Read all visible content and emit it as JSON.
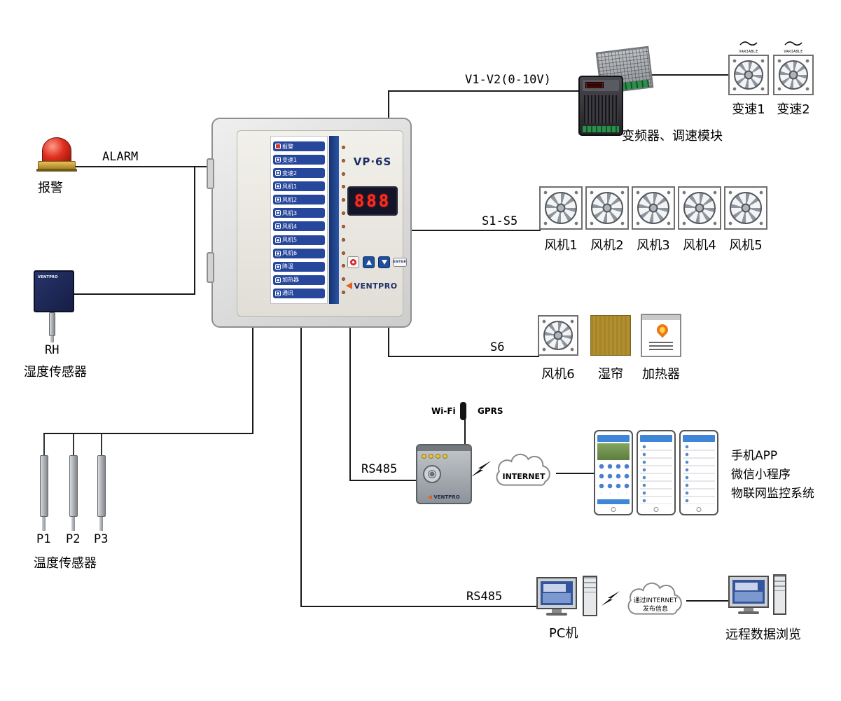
{
  "controller": {
    "brand": "VENTPRO",
    "model": "VP·6S",
    "display": "888",
    "enter_label": "ENTER",
    "led_labels": [
      "报警",
      "变速1",
      "变速2",
      "风机1",
      "风机2",
      "风机3",
      "风机4",
      "风机5",
      "风机6",
      "降温",
      "加热器",
      "通讯"
    ]
  },
  "left": {
    "alarm_line": "ALARM",
    "alarm_label": "报警",
    "humidity_code": "RH",
    "humidity_label": "湿度传感器",
    "humidity_brand": "VENTPRO",
    "probe_labels": [
      "P1",
      "P2",
      "P3"
    ],
    "temp_label": "温度传感器"
  },
  "vfd": {
    "line_label": "V1-V2(0-10V)",
    "label": "变频器、调速模块",
    "fan_tags": [
      "VARIABLE",
      "VARIABLE"
    ],
    "fan_labels": [
      "变速1",
      "变速2"
    ]
  },
  "s1s5": {
    "line_label": "S1-S5",
    "fan_labels": [
      "风机1",
      "风机2",
      "风机3",
      "风机4",
      "风机5"
    ]
  },
  "s6": {
    "line_label": "S6",
    "fan_label": "风机6",
    "pad_label": "湿帘",
    "heater_label": "加热器"
  },
  "iot": {
    "line_label": "RS485",
    "wifi_label": "Wi-Fi",
    "gprs_label": "GPRS",
    "cloud_label": "INTERNET",
    "gateway_brand": "VENTPRO",
    "app_lines": [
      "手机APP",
      "微信小程序",
      "物联网监控系统"
    ]
  },
  "pc": {
    "line_label": "RS485",
    "label": "PC机",
    "cloud_lines": [
      "通过INTERNET",
      "发布信息"
    ],
    "remote_label": "远程数据浏览"
  }
}
